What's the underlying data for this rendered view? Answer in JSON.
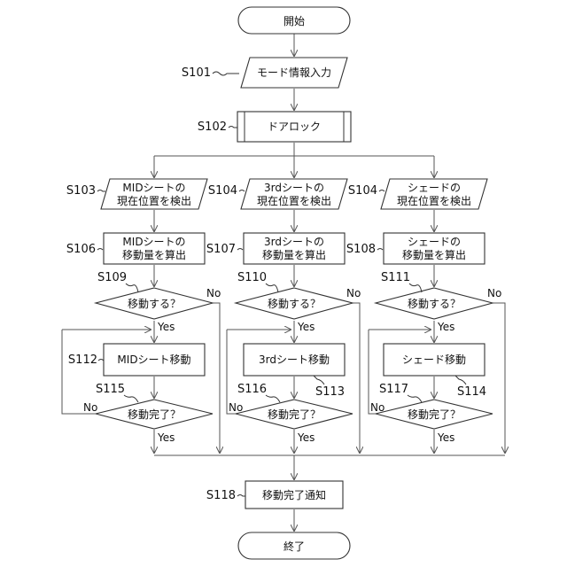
{
  "nodes": {
    "start": "開始",
    "mode_input": "モード情報入力",
    "door_lock": "ドアロック",
    "mid_detect": [
      "MIDシートの",
      "現在位置を検出"
    ],
    "third_detect": [
      "3rdシートの",
      "現在位置を検出"
    ],
    "shade_detect": [
      "シェードの",
      "現在位置を検出"
    ],
    "mid_calc": [
      "MIDシートの",
      "移動量を算出"
    ],
    "third_calc": [
      "3rdシートの",
      "移動量を算出"
    ],
    "shade_calc": [
      "シェードの",
      "移動量を算出"
    ],
    "move_q": "移動する？",
    "mid_move": "MIDシート移動",
    "third_move": "3rdシート移動",
    "shade_move": "シェード移動",
    "done_q": "移動完了？",
    "notify": "移動完了通知",
    "end": "終了"
  },
  "steps": {
    "s101": "S101",
    "s102": "S102",
    "s103": "S103",
    "s104a": "S104",
    "s104b": "S104",
    "s106": "S106",
    "s107": "S107",
    "s108": "S108",
    "s109": "S109",
    "s110": "S110",
    "s111": "S111",
    "s112": "S112",
    "s113": "S113",
    "s114": "S114",
    "s115": "S115",
    "s116": "S116",
    "s117": "S117",
    "s118": "S118"
  },
  "branches": {
    "yes": "Yes",
    "no": "No"
  }
}
